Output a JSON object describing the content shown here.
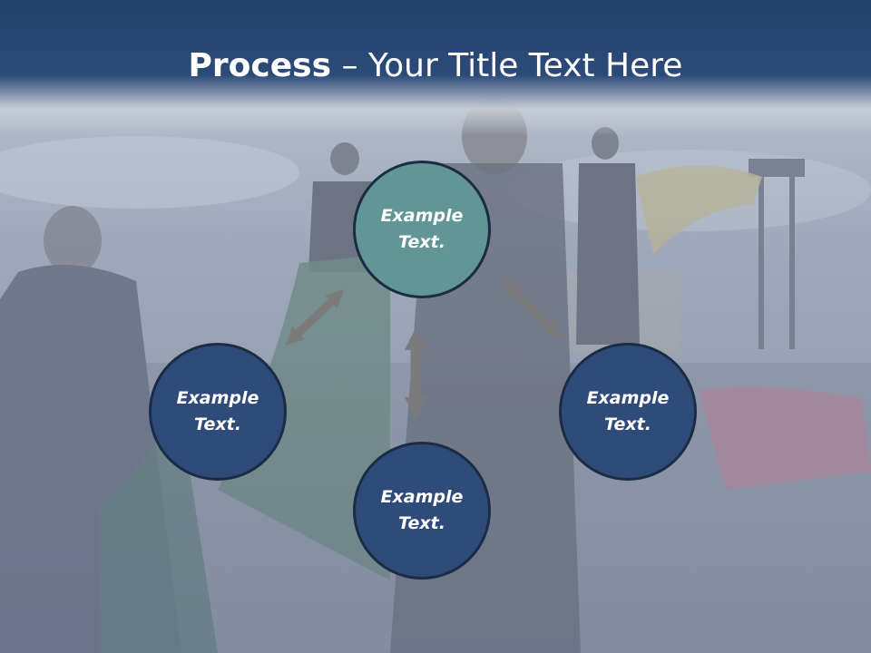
{
  "title": {
    "bold": "Process",
    "rest": " – Your Title Text Here"
  },
  "colors": {
    "header": "#2b4a78",
    "circle_blue": "#2e4b7a",
    "circle_teal": "#629595",
    "arrow": "#7b7b7b"
  },
  "nodes": {
    "top": {
      "line1": "Example",
      "line2": "Text."
    },
    "left": {
      "line1": "Example",
      "line2": "Text."
    },
    "right": {
      "line1": "Example",
      "line2": "Text."
    },
    "bottom": {
      "line1": "Example",
      "line2": "Text."
    }
  }
}
